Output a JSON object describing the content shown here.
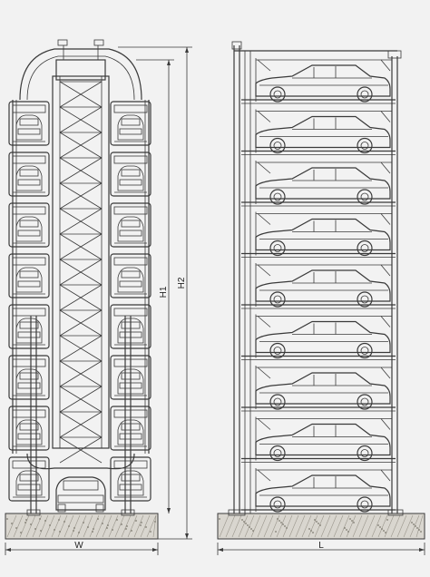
{
  "dimensions": {
    "width_label": "W",
    "length_label": "L",
    "height1_label": "H1",
    "height2_label": "H2"
  },
  "front_view": {
    "pallet_levels": 8
  },
  "side_view": {
    "car_levels": 9
  },
  "colors": {
    "background": "#f2f2f2",
    "line": "#3a3a3a",
    "foundation": "#d9d6cf"
  }
}
